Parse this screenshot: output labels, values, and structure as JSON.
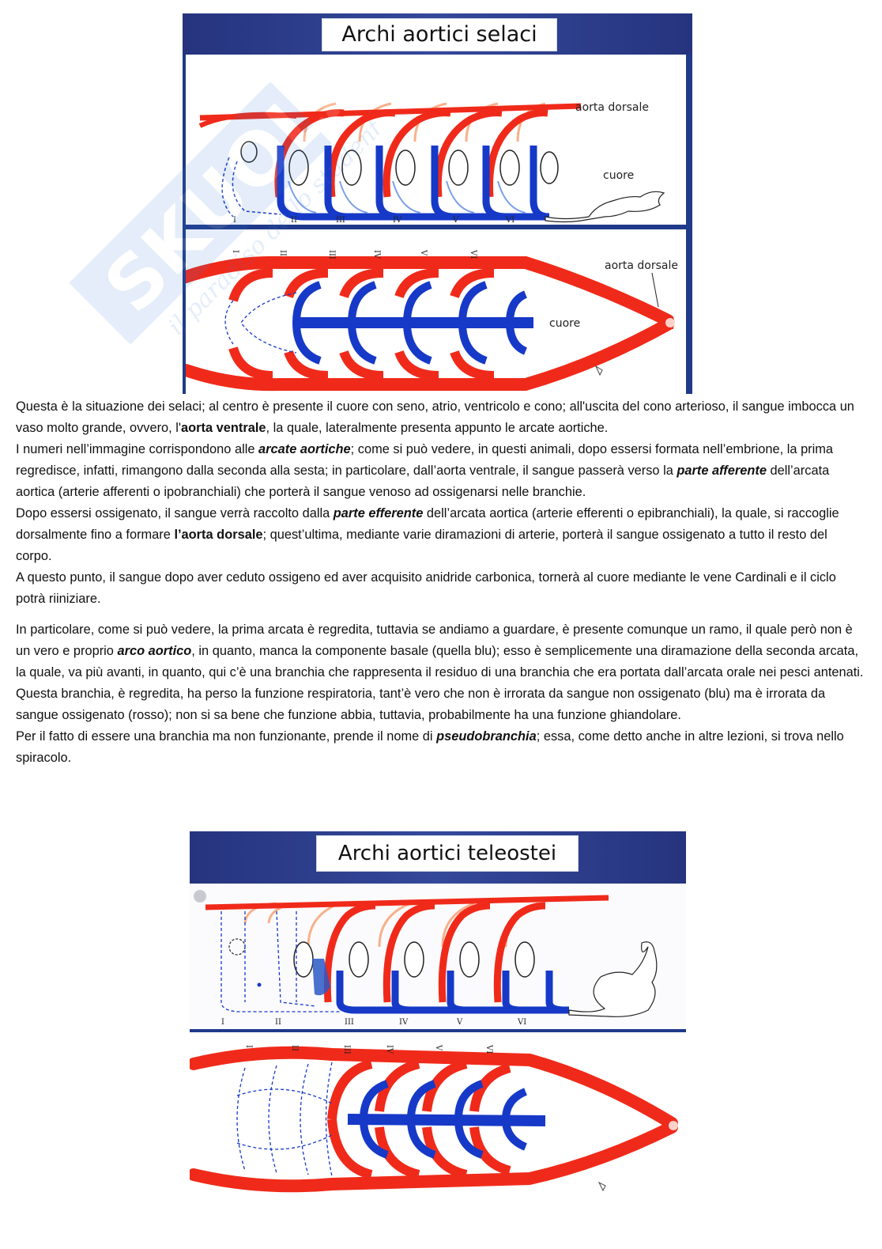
{
  "figure_selaci": {
    "title": "Archi aortici selaci",
    "labels": {
      "aorta_dorsale_top": "aorta dorsale",
      "cuore_top": "cuore",
      "aorta_dorsale_bottom": "aorta dorsale",
      "cuore_bottom": "cuore"
    },
    "numerals": [
      "I",
      "II",
      "III",
      "IV",
      "V",
      "VI"
    ]
  },
  "figure_teleostei": {
    "title": "Archi aortici teleostei",
    "numerals": [
      "I",
      "II",
      "III",
      "IV",
      "V",
      "VI"
    ]
  },
  "watermark": {
    "brand": "SKUOLA.net",
    "slogan": "il paradiso dello studente"
  },
  "paragraphs": {
    "p1": {
      "a": "Questa è la situazione dei selaci; al centro è presente il cuore con seno, atrio, ventricolo e cono; all'uscita del cono arterioso, il sangue imbocca un vaso molto grande, ovvero, l'",
      "b": "aorta ventrale",
      "c": ", la quale, lateralmente presenta appunto le arcate aortiche."
    },
    "p2": {
      "a": "I numeri nell’immagine corrispondono alle ",
      "b": "arcate aortiche",
      "c": "; come si può vedere, in questi animali, dopo essersi formata nell’embrione, la prima regredisce, infatti, rimangono dalla seconda alla sesta; in particolare, dall’aorta ventrale, il sangue passerà verso la ",
      "d": "parte afferente",
      "e": " dell’arcata aortica (arterie afferenti o ipobranchiali) che porterà il sangue venoso ad ossigenarsi nelle branchie."
    },
    "p3": {
      "a": "Dopo essersi ossigenato, il sangue verrà raccolto dalla ",
      "b": "parte efferente",
      "c": " dell’arcata aortica (arterie efferenti o epibranchiali), la quale, si raccoglie dorsalmente fino a formare ",
      "d": "l’aorta dorsale",
      "e": "; quest’ultima, mediante varie diramazioni di arterie, porterà il sangue ossigenato a tutto il resto del corpo."
    },
    "p4": "A questo punto, il sangue dopo aver ceduto ossigeno ed aver acquisito anidride carbonica, tornerà al cuore mediante le vene Cardinali e il ciclo potrà riiniziare.",
    "p5": {
      "a": "In particolare, come si può vedere, la prima arcata è regredita, tuttavia se andiamo a guardare, è presente comunque un ramo, il quale però non è un vero e proprio ",
      "b": "arco aortico",
      "c": ", in quanto, manca la componente basale (quella blu); esso è semplicemente una diramazione della seconda arcata, la quale, va più avanti, in quanto, qui c’è una branchia che rappresenta il residuo di una branchia che era portata dall’arcata orale nei pesci antenati."
    },
    "p6": "Questa branchia, è regredita, ha perso la funzione respiratoria, tant’è vero che non è irrorata da sangue non ossigenato (blu) ma è irrorata da sangue ossigenato (rosso); non si sa bene che funzione abbia, tuttavia, probabilmente ha una funzione ghiandolare.",
    "p7": {
      "a": "Per il fatto di essere una branchia ma non funzionante, prende il nome di ",
      "b": "pseudobranchia",
      "c": "; essa, come detto anche in altre lezioni, si trova nello spiracolo."
    }
  },
  "colors": {
    "red": "#f02a1a",
    "blue": "#1639c8",
    "frame": "#1f3a8a",
    "light_red": "#f9b08a",
    "light_blue": "#7aa0e8"
  }
}
